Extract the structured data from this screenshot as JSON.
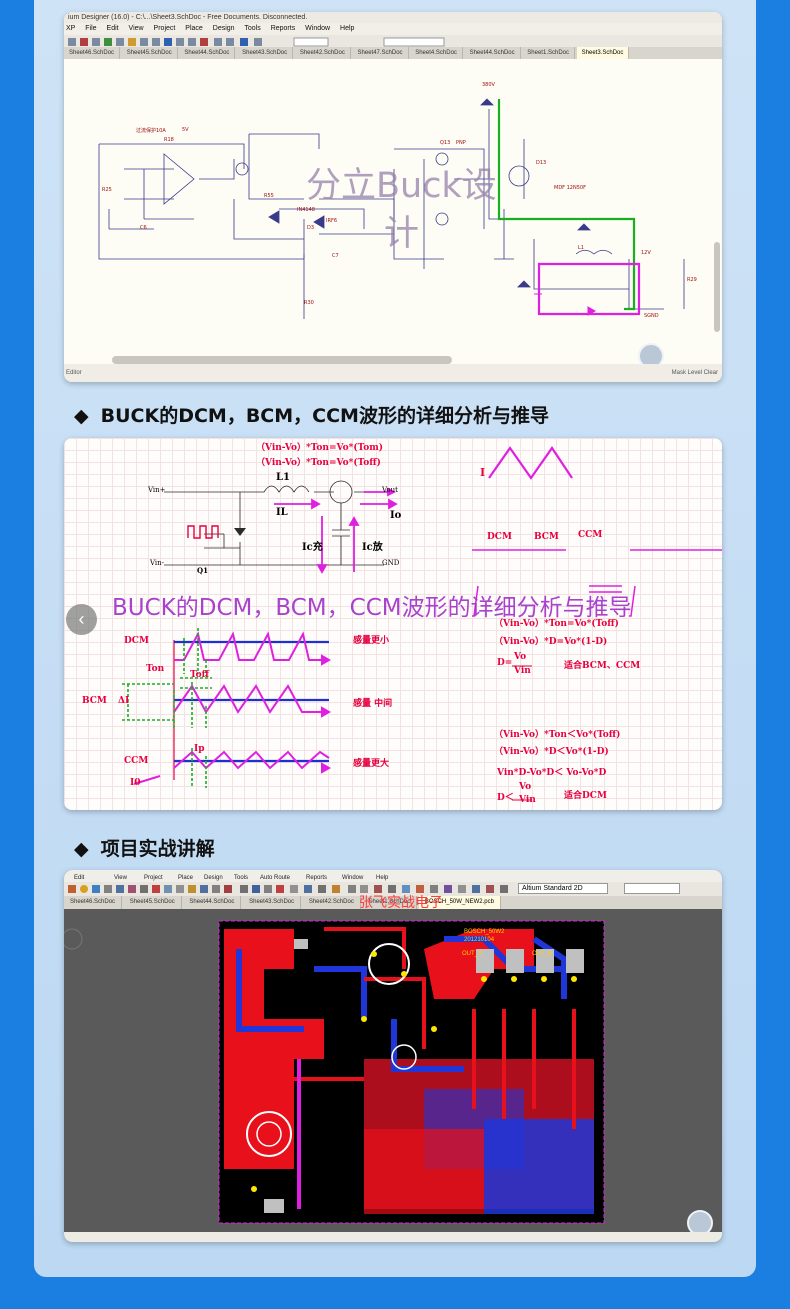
{
  "section1": {
    "window_title": "ium Designer (16.0) - C:\\...\\Sheet3.SchDoc - Free Documents. Disconnected.",
    "menu": [
      "XP",
      "File",
      "Edit",
      "View",
      "Project",
      "Place",
      "Design",
      "Tools",
      "Reports",
      "Window",
      "Help"
    ],
    "tabs": [
      "Sheet46.SchDoc",
      "Sheet45.SchDoc",
      "Sheet44.SchDoc",
      "Sheet43.SchDoc",
      "Sheet42.SchDoc",
      "Sheet47.SchDoc",
      "Sheet4.SchDoc",
      "Sheet44.SchDoc",
      "Sheet1.SchDoc",
      "Sheet3.SchDoc"
    ],
    "active_tab": "Sheet3.SchDoc",
    "overlay_line1": "分立Buck设",
    "overlay_line2": "计",
    "status_left": "Editor",
    "status_right": "Mask Level  Clear"
  },
  "heading2": "BUCK的DCM，BCM，CCM波形的详细分析与推导",
  "section2": {
    "eq_top1": "（Vin-Vo）*Ton=Vo*(Tom)",
    "eq_top2": "（Vin-Vo）*Ton=Vo*(Toff)",
    "l1": "L1",
    "il": "IL",
    "vin": "Vin+",
    "vin_minus": "Vin-",
    "vout": "Vout",
    "gnd": "GND",
    "io": "Io",
    "ic_charge": "Ic充",
    "ic_discharge": "Ic放",
    "q1": "Q1",
    "i_label": "I",
    "modes": [
      "DCM",
      "BCM",
      "CCM"
    ],
    "overlay": "BUCK的DCM，BCM，CCM波形的详细分析与推导",
    "dcm": "DCM",
    "bcm": "BCM",
    "ccm": "CCM",
    "delta_i": "ΔI",
    "ton": "Ton",
    "toff": "Toff",
    "ip": "Ip",
    "i0": "I0",
    "inductance_small": "感量更小",
    "inductance_mid": "感量 中间",
    "inductance_large": "感量更大",
    "eq1": "（Vin-Vo）*Ton=Vo*(Toff)",
    "eq2": "（Vin-Vo）*D=Vo*(1-D)",
    "eq_d": "D=",
    "eq_d_num": "Vo",
    "eq_d_den": "Vin",
    "eq_d_note": "适合BCM、CCM",
    "eq3": "（Vin-Vo）*Ton＜Vo*(Toff)",
    "eq4": "（Vin-Vo）*D＜Vo*(1-D)",
    "eq5": "Vin*D-Vo*D＜ Vo-Vo*D",
    "eq_d2": "D＜",
    "eq_d2_note": "适合DCM"
  },
  "heading3": "项目实战讲解",
  "section3": {
    "menu": [
      "Edit",
      "View",
      "Project",
      "Place",
      "Design",
      "Tools",
      "Auto Route",
      "Reports",
      "Window",
      "Help"
    ],
    "view_mode": "Altium Standard 2D",
    "tabs": [
      "Sheet46.SchDoc",
      "Sheet45.SchDoc",
      "Sheet44.SchDoc",
      "Sheet43.SchDoc",
      "Sheet42.SchDoc",
      "Sheet1.SchDoc",
      "BOSCH_50W_NEW2.pcb"
    ],
    "active_tab": "BOSCH_50W_NEW2.pcb",
    "watermark": "张飞实战电子",
    "board_label1": "BOSCH_50W2",
    "board_label2": "201210104",
    "out_a": "OUT_A",
    "out_b": "OUT_B"
  },
  "colors": {
    "page_bg": "#1a7fe0",
    "card_bg": "#c4dcf4",
    "red_ink": "#e6003e",
    "magenta": "#e020e0",
    "blue_line": "#2030d0",
    "green": "#18b020",
    "pcb_red": "#e8101a",
    "pcb_blue": "#2036d8"
  }
}
